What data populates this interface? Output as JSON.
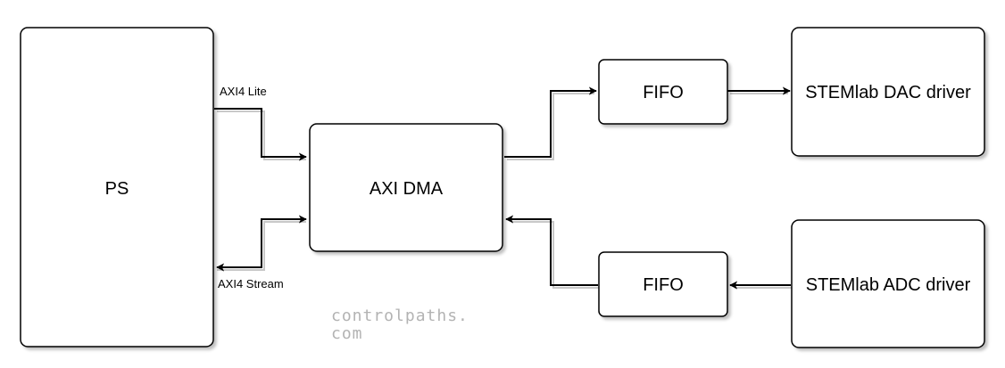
{
  "blocks": {
    "ps": "PS",
    "axi_dma": "AXI DMA",
    "fifo_top": "FIFO",
    "fifo_bottom": "FIFO",
    "dac_driver": "STEMlab DAC driver",
    "adc_driver": "STEMlab ADC driver"
  },
  "edges": {
    "axi4_lite": "AXI4 Lite",
    "axi4_stream": "AXI4 Stream"
  },
  "watermark": {
    "line1": "controlpaths.",
    "line2": "com"
  }
}
